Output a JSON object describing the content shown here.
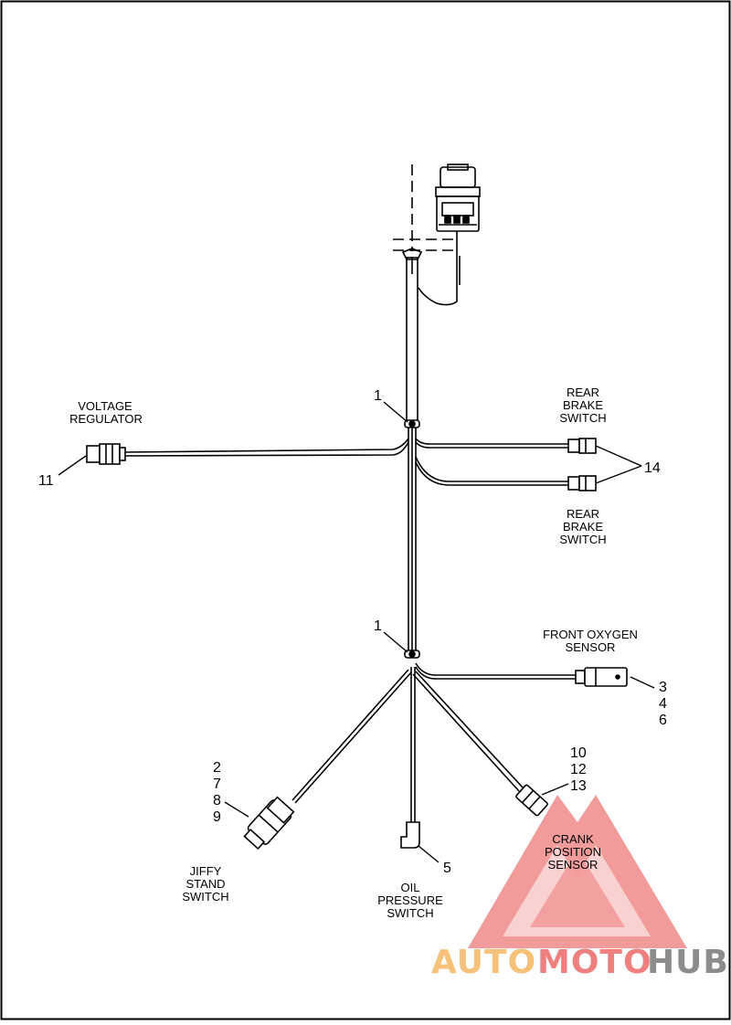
{
  "labels": {
    "voltage_regulator": [
      "VOLTAGE",
      "REGULATOR"
    ],
    "rear_brake_switch_top": [
      "REAR",
      "BRAKE",
      "SWITCH"
    ],
    "rear_brake_switch_bottom": [
      "REAR",
      "BRAKE",
      "SWITCH"
    ],
    "front_oxygen_sensor": [
      "FRONT OXYGEN",
      "SENSOR"
    ],
    "crank_position_sensor": [
      "CRANK",
      "POSITION",
      "SENSOR"
    ],
    "jiffy_stand_switch": [
      "JIFFY",
      "STAND",
      "SWITCH"
    ],
    "oil_pressure_switch": [
      "OIL",
      "PRESSURE",
      "SWITCH"
    ]
  },
  "callouts": {
    "clip_upper": "1",
    "clip_lower": "1",
    "voltage_regulator": "11",
    "rear_brake": "14",
    "oxygen_sensor": [
      "3",
      "4",
      "6"
    ],
    "crank_sensor": [
      "10",
      "12",
      "13"
    ],
    "jiffy_stand": [
      "2",
      "7",
      "8",
      "9"
    ],
    "oil_pressure": "5"
  },
  "watermark": {
    "auto": "AUTO",
    "moto": "MOTO",
    "hub": "HUB",
    "colors": {
      "auto": "#f6c27a",
      "moto": "#f08080",
      "hub": "#8c8c8c",
      "triangle": "#f08a8a"
    }
  },
  "colors": {
    "line": "#000000",
    "frame": "#000000"
  }
}
